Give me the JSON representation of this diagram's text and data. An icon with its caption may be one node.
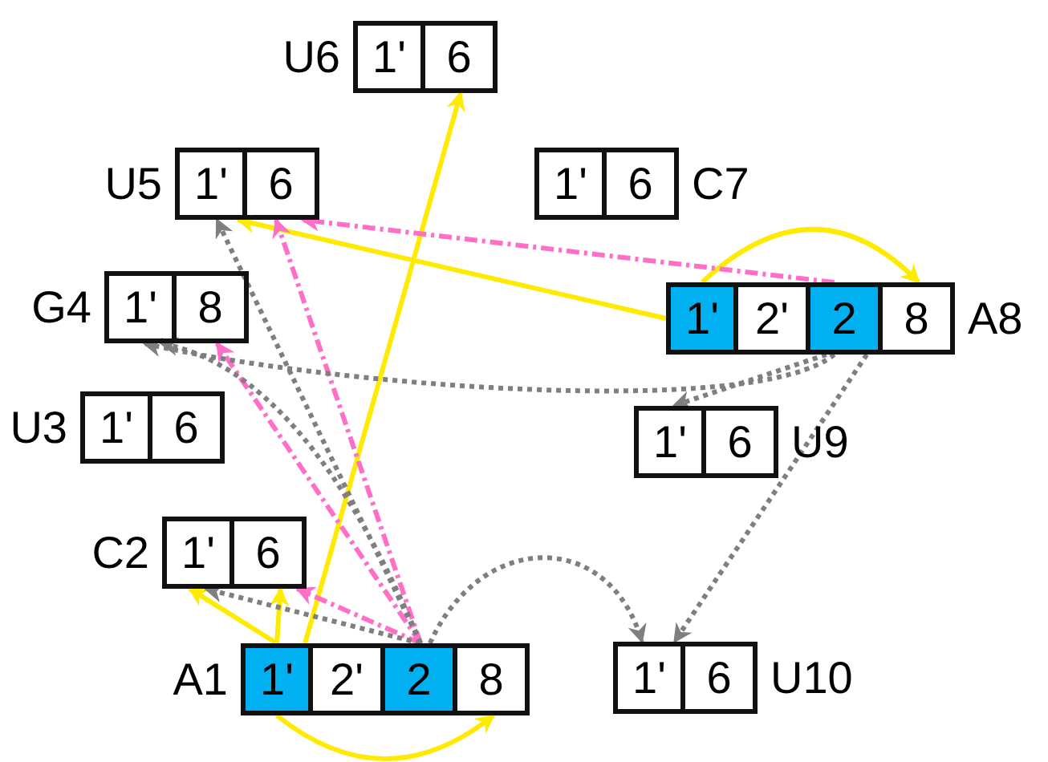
{
  "diagram": {
    "nodes": [
      {
        "text": [
          "U6"
        ]
      },
      {
        "text": [
          "1'"
        ],
        "in": 0
      },
      {
        "text": [
          "6"
        ],
        "in": 0
      },
      {
        "text": [
          "U5"
        ]
      },
      {
        "text": [
          "1'"
        ],
        "in": 3
      },
      {
        "text": [
          "6"
        ],
        "in": 3
      },
      {
        "text": [
          "C7"
        ]
      },
      {
        "text": [
          "1'"
        ],
        "in": 6
      },
      {
        "text": [
          "6"
        ],
        "in": 6
      },
      {
        "text": [
          "A8"
        ]
      },
      {
        "text": [
          "1'"
        ],
        "in": 9
      },
      {
        "text": [
          "2'"
        ],
        "in": 9
      },
      {
        "text": [
          "2"
        ],
        "in": 9
      },
      {
        "text": [
          "8"
        ],
        "in": 9
      },
      {
        "text": [
          "G4"
        ]
      },
      {
        "text": [
          "1'"
        ],
        "in": 14
      },
      {
        "text": [
          "8"
        ],
        "in": 14
      },
      {
        "text": [
          "U3"
        ]
      },
      {
        "text": [
          "1'"
        ],
        "in": 17
      },
      {
        "text": [
          "6"
        ],
        "in": 17
      },
      {
        "text": [
          "U9"
        ]
      },
      {
        "text": [
          "1'"
        ],
        "in": 20
      },
      {
        "text": [
          "6"
        ],
        "in": 20
      },
      {
        "text": [
          "C2"
        ]
      },
      {
        "text": [
          "1'"
        ],
        "in": 23
      },
      {
        "text": [
          "6"
        ],
        "in": 23
      },
      {
        "text": [
          "A1"
        ]
      },
      {
        "text": [
          "1'"
        ],
        "in": 26
      },
      {
        "text": [
          "2'"
        ],
        "in": 26
      },
      {
        "text": [
          "2"
        ],
        "in": 26
      },
      {
        "text": [
          "8"
        ],
        "in": 26
      },
      {
        "text": [
          "U10"
        ]
      },
      {
        "text": [
          "1'"
        ],
        "in": 31
      },
      {
        "text": [
          "6"
        ],
        "in": 31
      }
    ],
    "edges": [
      {
        "from": 27,
        "to": 2,
        "arrow": "to",
        "color": "#ffeb00"
      },
      {
        "from": 10,
        "to": 4,
        "arrow": "to",
        "color": "#ffeb00"
      },
      {
        "from": 10,
        "to": 13,
        "arrow": "to",
        "color": "#ffeb00"
      },
      {
        "from": 27,
        "to": 30,
        "arrow": "to",
        "color": "#ffeb00"
      },
      {
        "from": 27,
        "to": 24,
        "arrow": "to",
        "color": "#ffeb00"
      },
      {
        "from": 27,
        "to": 25,
        "arrow": "to",
        "color": "#ffeb00"
      },
      {
        "from": 12,
        "to": 5,
        "arrow": "to",
        "style": "dashed",
        "color": "#ff6ec7"
      },
      {
        "from": 29,
        "to": 5,
        "arrow": "to",
        "style": "dashed",
        "color": "#ff6ec7"
      },
      {
        "from": 29,
        "to": 16,
        "arrow": "to",
        "style": "dashed",
        "color": "#ff6ec7"
      },
      {
        "from": 29,
        "to": 25,
        "arrow": "to",
        "style": "dashed",
        "color": "#ff6ec7"
      },
      {
        "from": 29,
        "to": 4,
        "arrow": "to",
        "style": "dashed"
      },
      {
        "from": 29,
        "to": 15,
        "arrow": "to",
        "style": "dashed"
      },
      {
        "from": 12,
        "to": 15,
        "arrow": "to",
        "style": "dashed"
      },
      {
        "from": 29,
        "to": 24,
        "arrow": "to",
        "style": "dashed"
      },
      {
        "from": 29,
        "to": 32,
        "arrow": "to",
        "style": "dashed"
      },
      {
        "from": 12,
        "to": 21,
        "arrow": "to",
        "style": "dashed"
      },
      {
        "from": 12,
        "to": 32,
        "arrow": "to",
        "style": "dashed"
      }
    ]
  }
}
